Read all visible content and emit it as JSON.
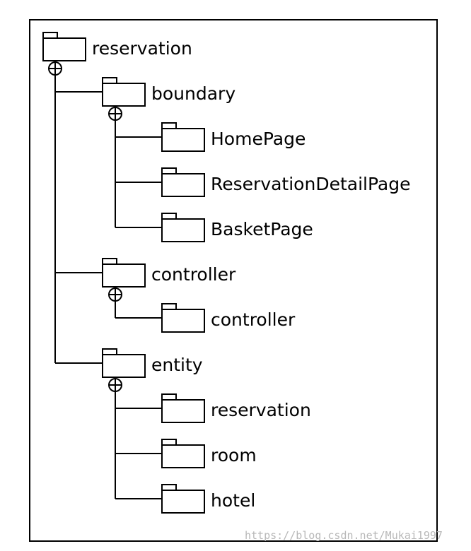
{
  "diagram": {
    "root": {
      "label": "reservation",
      "children": [
        {
          "label": "boundary",
          "children": [
            {
              "label": "HomePage"
            },
            {
              "label": "ReservationDetailPage"
            },
            {
              "label": "BasketPage"
            }
          ]
        },
        {
          "label": "controller",
          "children": [
            {
              "label": "controller"
            }
          ]
        },
        {
          "label": "entity",
          "children": [
            {
              "label": "reservation"
            },
            {
              "label": "room"
            },
            {
              "label": "hotel"
            }
          ]
        }
      ]
    }
  },
  "watermark": "https://blog.csdn.net/Mukai1997",
  "colors": {
    "line": "#000000",
    "background": "#ffffff",
    "watermark": "#b8b8b8"
  },
  "icons": {
    "package": "folder-icon",
    "expand": "expand-circle-icon"
  }
}
